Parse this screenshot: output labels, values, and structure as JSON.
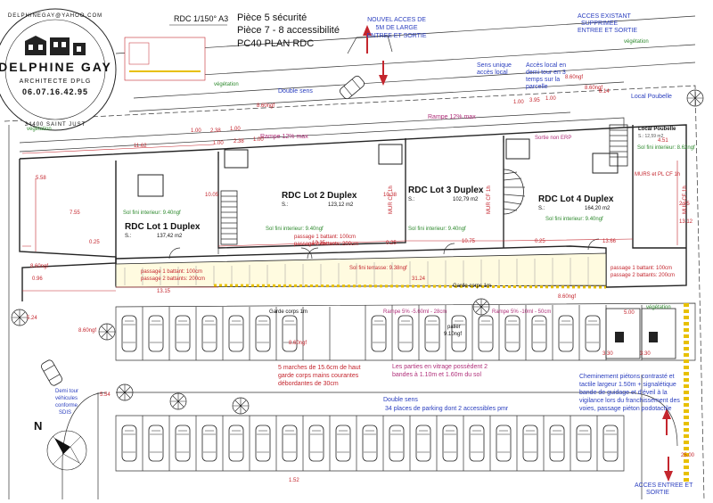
{
  "logo": {
    "email": "DELPHINEGAY@YAHOO.COM",
    "name": "DELPHINE GAY",
    "subtitle": "ARCHITECTE DPLG",
    "phone": "06.07.16.42.95",
    "city": "34400 SAINT JUST"
  },
  "header": {
    "scale": "RDC 1/150° A3",
    "line1": "Pièce 5 sécurité",
    "line2": "Pièce 7 - 8 accessibilité",
    "line3": "PC40 PLAN RDC"
  },
  "annotations": {
    "nouvel_acces": [
      "NOUVEL ACCES  DE",
      "5M DE LARGE",
      "ENTREE ET SORTIE"
    ],
    "acces_existant": [
      "ACCES EXISTANT",
      "SUPPRIMEE",
      "ENTREE ET SORTIE"
    ],
    "sens_unique": [
      "Sens unique",
      "accès local"
    ],
    "acces_local": [
      "Accès local en",
      "demi tour en 3",
      "temps sur la",
      "parcelle"
    ],
    "double_sens_top": "Double sens",
    "double_sens_bottom": "Double sens",
    "rampe_top": "Rampe 12% max",
    "rampe_mid": "Rampe 12% max",
    "local_poubelle_ext": "Local Poubelle",
    "local_poubelle": "Local Poubelle",
    "local_poubelle_area": "S.:     12,59 m2",
    "local_poubelle_sol": "Sol fini interieur: 8.62ngf",
    "sortie_erp": "Sortie non ERP",
    "murs_pl": "MURS et PL CF 1h",
    "mur_cf": "MUR CF 1h",
    "sol_terrasse": "Sol fini terrasse: 9.38ngf",
    "garde_corps_1": "Garde corps 1m",
    "garde_corps_2": "Garde corps 1m",
    "rampe_bottom_1": "Rampe 5% -5.60ml - 28cm",
    "rampe_bottom_2": "Rampe 5% -10ml - 50cm",
    "palier": [
      "palier",
      "9.10ngf"
    ],
    "marches": [
      "5 marches de 15.6cm de haut",
      "garde corps mains courantes",
      "débordantes de 30cm"
    ],
    "vitrage": [
      "Les parties en vitrage possèdent 2",
      "bandes à 1.10m et 1.60m du sol"
    ],
    "parking": "34 places de parking dont 2 accessibles pmr",
    "demi_tour": [
      "Demi tour",
      "véhicules",
      "conforme",
      "SDIS"
    ],
    "cheminement": [
      "Cheminement piétons contrasté et",
      "tactile largeur 1.50m + signalétique",
      "bande de guidage et d'éveil à la",
      "vigilance lors du franchissement des",
      "voies, passage piéton podotactile"
    ],
    "acces_entree_bottom": [
      "ACCES ENTREE ET",
      "SORTIE"
    ],
    "north": "N",
    "vegetation": "végétation"
  },
  "lots": [
    {
      "title": "RDC Lot 1 Duplex",
      "area": "137,42 m2",
      "sol": "Sol fini interieur: 9.40ngf"
    },
    {
      "title": "RDC Lot 2 Duplex",
      "area": "123,12 m2",
      "sol": "Sol fini interieur: 9.40ngf"
    },
    {
      "title": "RDC Lot 3 Duplex",
      "area": "102,79 m2",
      "sol": "Sol fini interieur: 9.40ngf"
    },
    {
      "title": "RDC Lot 4 Duplex",
      "area": "164,20 m2",
      "sol": "Sol fini interieur: 9.40ngf"
    }
  ],
  "area_prefix": "S.:",
  "passages": {
    "p1": [
      "passage 1 battant: 100cm",
      "passage 2 battants: 200cm"
    ],
    "p2": [
      "passage 1 battant: 100cm",
      "passage 2 battants: 200cm"
    ],
    "p3": [
      "passage 1 battant: 100cm",
      "passage 2 battants: 200cm"
    ]
  },
  "levels": {
    "a": "8.60ngf",
    "b": "8.60ngf",
    "c": "8.60ngf",
    "d": "8.60ngf",
    "e": "8.60ngf",
    "f": "8.60ngf",
    "g": "8.60ngf"
  },
  "dims": {
    "d1": "11.62",
    "d2": "5.58",
    "d3": "0.25",
    "d4": "13.15",
    "d5": "5.24",
    "d6": "10.25",
    "d7": "10.75",
    "d8": "13.66",
    "d9": "0.25",
    "d10": "0.25",
    "d11": "8.14",
    "d12": "4.51",
    "d13": "10.05",
    "d14": "10.38",
    "d15": "31.24",
    "d16": "3.30",
    "d17": "3.30",
    "d18": "5.00",
    "d19": "1.00",
    "d20": "2.38",
    "d21": "1.00",
    "d22": "1.00",
    "d23": "2.38",
    "d24": "1.00",
    "d25": "1.00",
    "d26": "3.95",
    "d27": "1.00",
    "d28": "25.00",
    "d29": "13.12",
    "d30": "2.25",
    "d31": "5.54",
    "d32": "1.52",
    "d33": "0.96",
    "d34": "7.55"
  }
}
